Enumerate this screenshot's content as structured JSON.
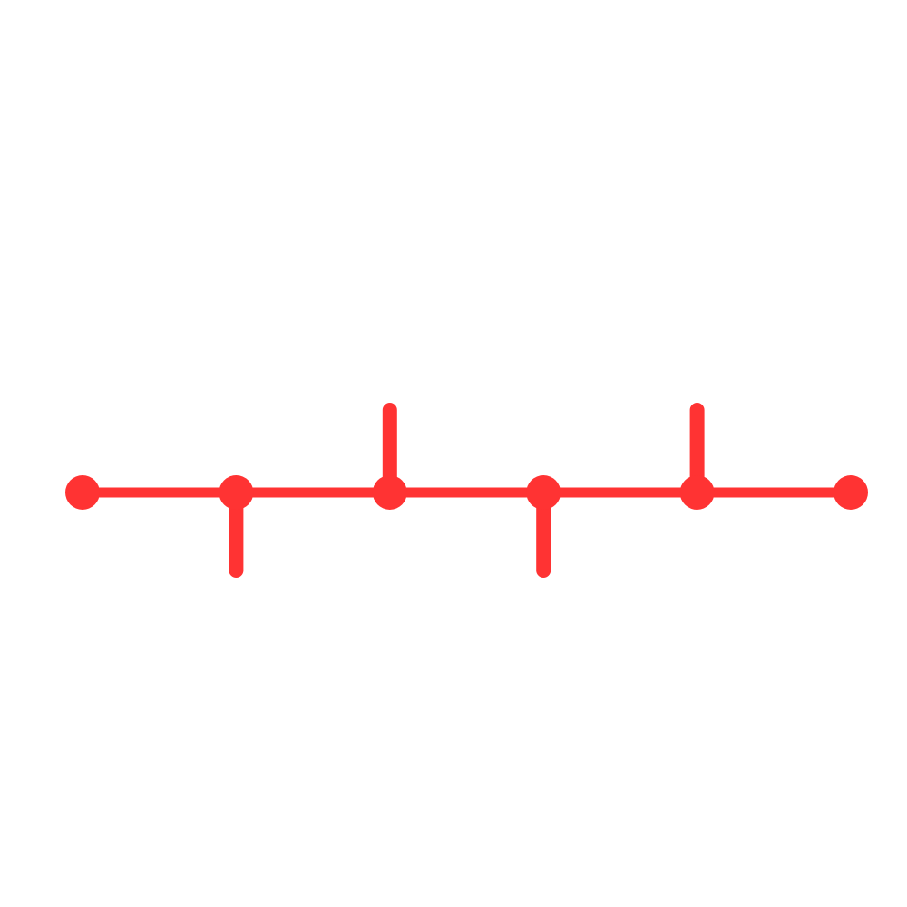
{
  "diagram": {
    "type": "timeline",
    "color": "#ff3333",
    "nodes": [
      {
        "id": "n1",
        "branch": "none"
      },
      {
        "id": "n2",
        "branch": "down"
      },
      {
        "id": "n3",
        "branch": "up"
      },
      {
        "id": "n4",
        "branch": "down"
      },
      {
        "id": "n5",
        "branch": "up"
      },
      {
        "id": "n6",
        "branch": "none"
      }
    ]
  }
}
